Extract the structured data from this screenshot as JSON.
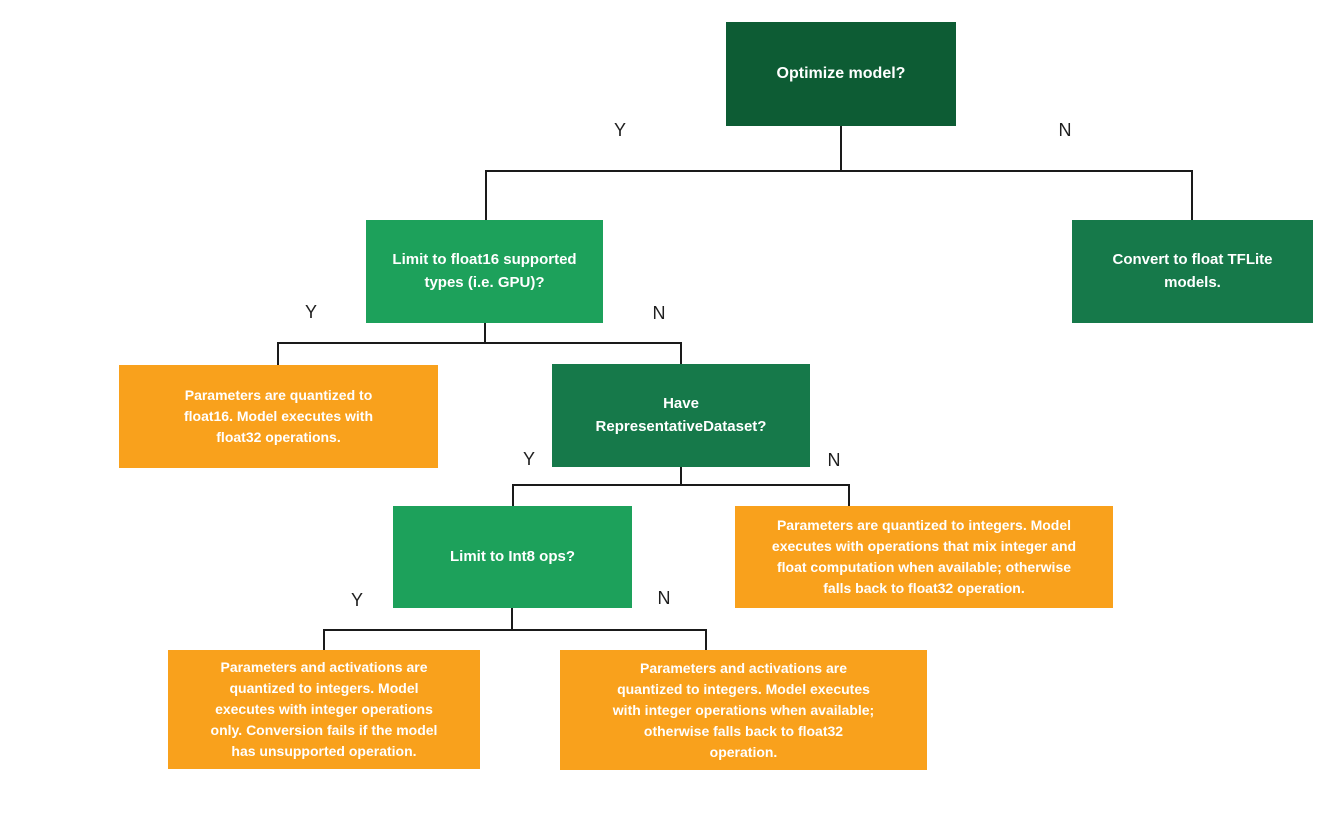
{
  "edge_labels": {
    "yes": "Y",
    "no": "N"
  },
  "colors": {
    "dark_green": "#0d5c34",
    "mid_green": "#16794a",
    "bright_green": "#1da15b",
    "orange": "#f9a11c",
    "line": "#1a1a1a",
    "node_text": "#ffffff",
    "edge_label_text": "#1f1f1f",
    "background": "#ffffff"
  },
  "nodes": {
    "optimize": {
      "label": "Optimize model?"
    },
    "limit_float16": {
      "label": "Limit to float16 supported\ntypes (i.e. GPU)?"
    },
    "convert_float": {
      "label": "Convert to float TFLite\nmodels."
    },
    "quantized_float16": {
      "label": "Parameters are quantized to\nfloat16. Model executes with\nfloat32 operations."
    },
    "have_dataset": {
      "label": "Have\nRepresentativeDataset?"
    },
    "limit_int8": {
      "label": "Limit to Int8 ops?"
    },
    "quantized_mixed": {
      "label": "Parameters are quantized to integers. Model\nexecutes with operations that mix integer and\nfloat computation when available; otherwise\nfalls back to float32 operation."
    },
    "quantized_int_only": {
      "label": "Parameters and activations are\nquantized to integers. Model\nexecutes with integer operations\nonly. Conversion fails if the model\nhas unsupported operation."
    },
    "quantized_int_fallback": {
      "label": "Parameters and activations are\nquantized to integers. Model executes\nwith integer operations when available;\notherwise falls back to float32\noperation."
    }
  }
}
